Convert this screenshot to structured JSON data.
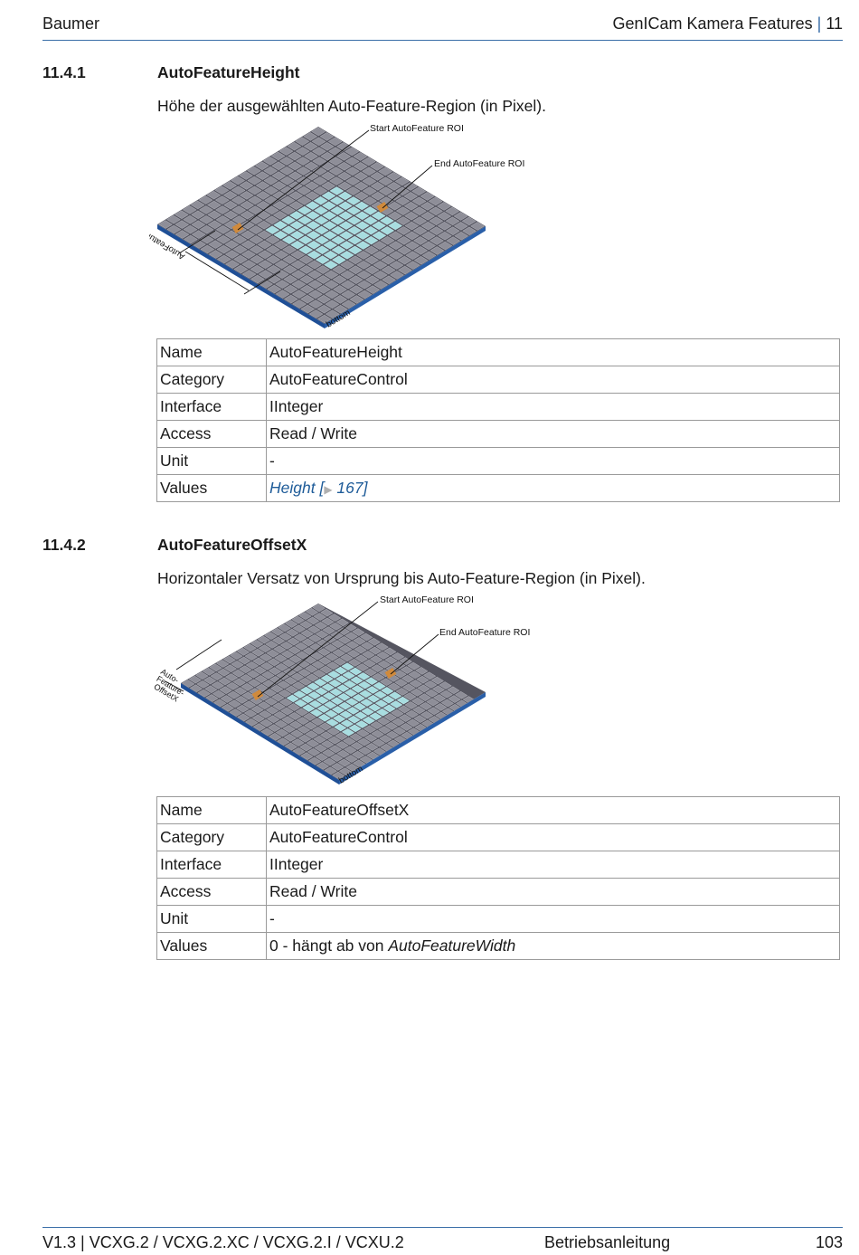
{
  "header": {
    "left": "Baumer",
    "right_title": "GenICam Kamera Features",
    "separator": "|",
    "chapter": "11"
  },
  "sections": [
    {
      "number": "11.4.1",
      "title": "AutoFeatureHeight",
      "description": "Höhe der ausgewählten Auto-Feature-Region (in Pixel).",
      "figure": {
        "start_label": "Start AutoFeature ROI",
        "end_label": "End AutoFeature ROI",
        "dim_label": "AutoFeatureHeight",
        "bottom_label": "bottom"
      },
      "rows": [
        {
          "key": "Name",
          "value": "AutoFeatureHeight"
        },
        {
          "key": "Category",
          "value": "AutoFeatureControl"
        },
        {
          "key": "Interface",
          "value": "IInteger"
        },
        {
          "key": "Access",
          "value": "Read / Write"
        },
        {
          "key": "Unit",
          "value": "-"
        },
        {
          "key": "Values",
          "value_link_text": "Height [",
          "value_link_arrow": "▶",
          "value_link_page": " 167]"
        }
      ]
    },
    {
      "number": "11.4.2",
      "title": "AutoFeatureOffsetX",
      "description": "Horizontaler Versatz von Ursprung bis Auto-Feature-Region (in Pixel).",
      "figure": {
        "start_label": "Start AutoFeature ROI",
        "end_label": "End AutoFeature ROI",
        "dim_label_lines": [
          "Auto-",
          "Feature-",
          "OffsetX"
        ],
        "bottom_label": "bottom"
      },
      "rows": [
        {
          "key": "Name",
          "value": "AutoFeatureOffsetX"
        },
        {
          "key": "Category",
          "value": "AutoFeatureControl"
        },
        {
          "key": "Interface",
          "value": "IInteger"
        },
        {
          "key": "Access",
          "value": "Read / Write"
        },
        {
          "key": "Unit",
          "value": "-"
        },
        {
          "key": "Values",
          "value_prefix": "0 - hängt ab von ",
          "value_italic": "AutoFeatureWidth"
        }
      ]
    }
  ],
  "footer": {
    "left": "V1.3 | VCXG.2 / VCXG.2.XC / VCXG.2.I / VCXU.2",
    "center": "Betriebsanleitung",
    "page": "103"
  },
  "colors": {
    "accent": "#3a6ea8",
    "link": "#1f5c99",
    "sensor_cell": "#8e8e98",
    "roi_cell": "#a8dde0",
    "base_edge": "#1f4f96",
    "marker": "#d08a3c"
  }
}
